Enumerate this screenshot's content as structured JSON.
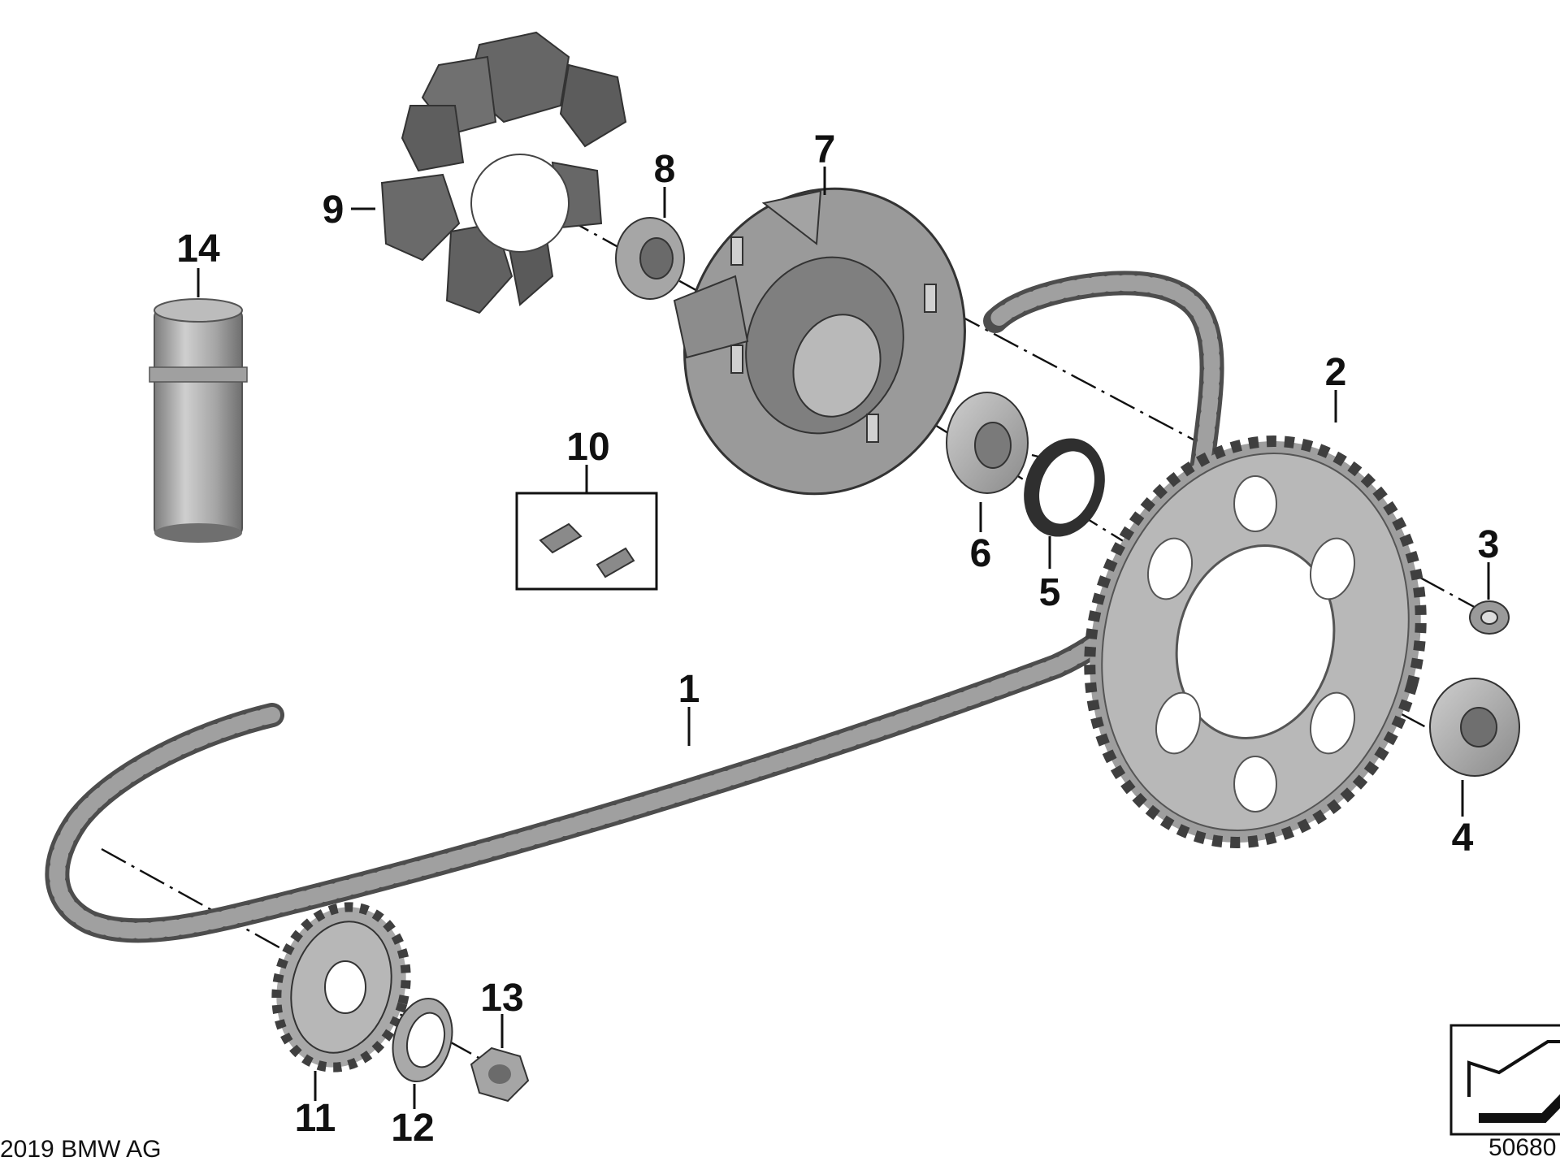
{
  "diagram": {
    "callouts": {
      "c1": "1",
      "c2": "2",
      "c3": "3",
      "c4": "4",
      "c5": "5",
      "c6": "6",
      "c7": "7",
      "c8": "8",
      "c9": "9",
      "c10": "10",
      "c11": "11",
      "c12": "12",
      "c13": "13",
      "c14": "14"
    },
    "copyright": "2019 BMW AG",
    "drawing_number": "50680",
    "colors": {
      "metal": "#a8a8a8",
      "dark_metal": "#6e6e6e",
      "rubber": "#5f5f5f",
      "chain": "#7a7a7a"
    }
  }
}
